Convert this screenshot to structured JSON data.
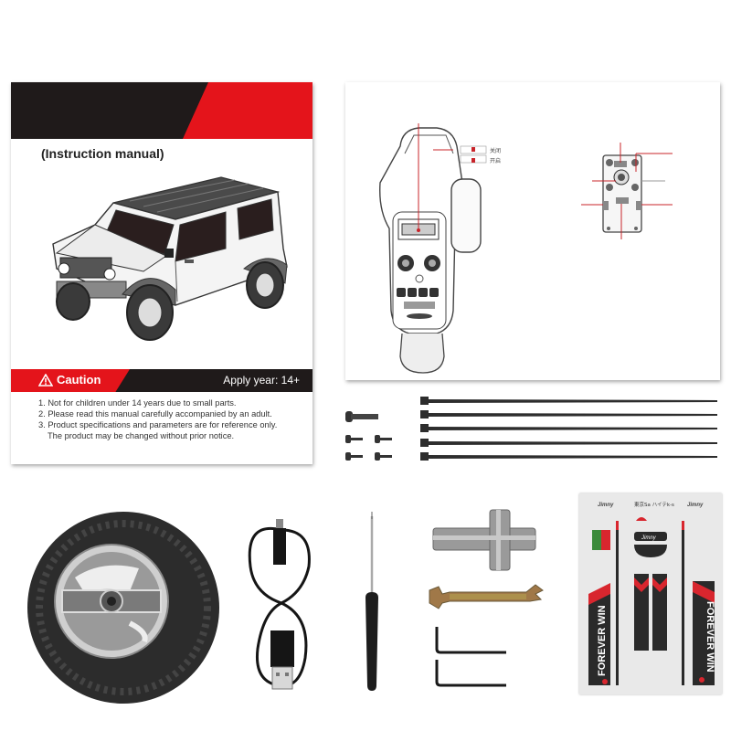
{
  "manual": {
    "title": "(Instruction manual)",
    "caution_label": "Caution",
    "apply_year": "Apply year: 14+",
    "notes": [
      "1. Not for children under 14 years due to small parts.",
      "2. Please read this manual carefully accompanied by an adult.",
      "3. Product specifications and parameters are for reference only.",
      "The product may be changed without prior notice."
    ],
    "colors": {
      "red": "#e4141b",
      "black": "#1f1a1a"
    }
  },
  "diagram": {
    "switch_labels": [
      "关闭",
      "开启"
    ]
  },
  "decal_sheet": {
    "top_labels": [
      "Jimny",
      "東京Sa ハイテk-s",
      "Jimny"
    ],
    "badge_label": "Jimny",
    "side_text": "FOREVER WIN",
    "accent_colors": {
      "red": "#d8262e",
      "black": "#2a2a2a",
      "green": "#3a8a3a"
    }
  },
  "items": [
    "instruction-manual",
    "transmitter-servo-diagram",
    "screws",
    "cable-ties",
    "spare-tire",
    "usb-cable",
    "screwdriver",
    "cross-wrench",
    "open-wrench",
    "hex-keys",
    "decal-sheet"
  ]
}
